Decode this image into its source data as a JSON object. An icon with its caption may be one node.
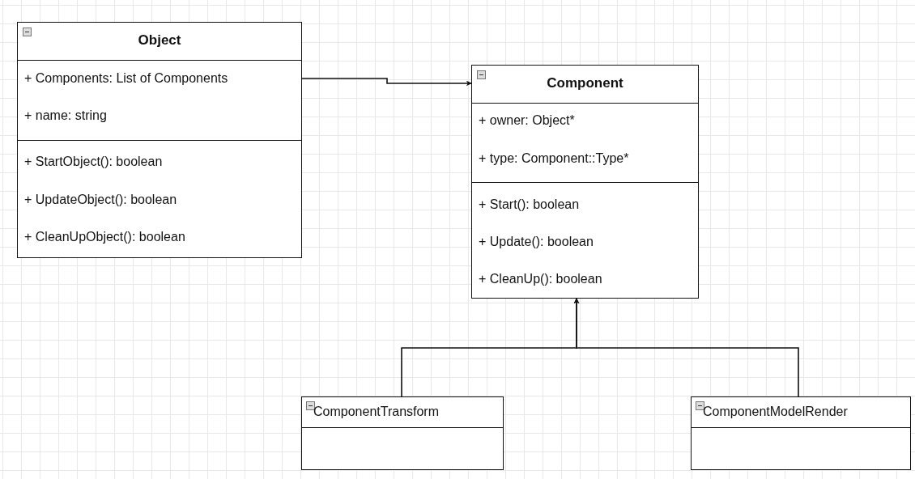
{
  "diagram": {
    "nodes": [
      {
        "text": [
          "Object",
          "+ Components: List of Components",
          "+ name: string",
          "+ StartObject(): boolean",
          "+ UpdateObject(): boolean",
          "+ CleanUpObject(): boolean"
        ]
      },
      {
        "text": [
          "Component",
          "+ owner: Object*",
          "+ type: Component::Type*",
          "+ Start(): boolean",
          "+ Update(): boolean",
          "+ CleanUp(): boolean"
        ]
      },
      {
        "text": [
          "ComponentTransform"
        ]
      },
      {
        "text": [
          "ComponentModelRender"
        ]
      }
    ],
    "edges": [
      {
        "from": 0,
        "to": 1,
        "arrow": "to"
      },
      {
        "from": 2,
        "to": 1,
        "arrow": "to"
      },
      {
        "from": 3,
        "to": 1,
        "arrow": "to"
      }
    ]
  }
}
